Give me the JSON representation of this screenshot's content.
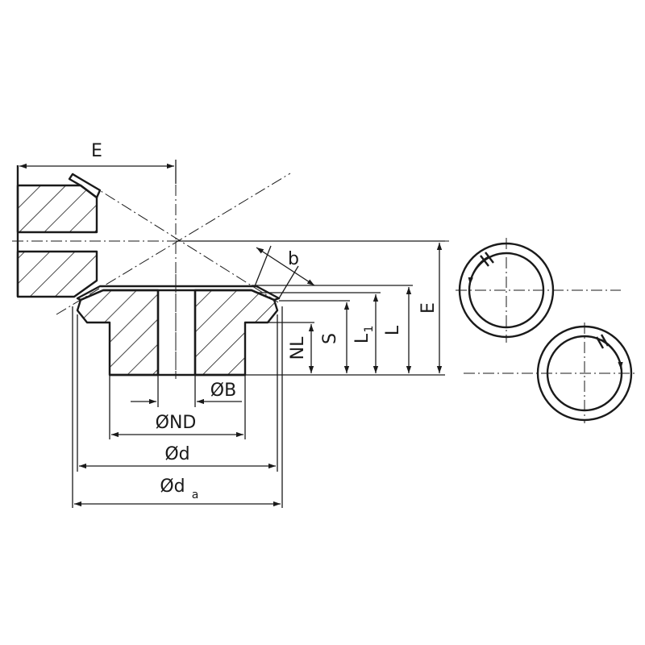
{
  "diagram": {
    "labels": {
      "E_top": "E",
      "E_right": "E",
      "b": "b",
      "NL": "NL",
      "S": "S",
      "L1_main": "L",
      "L1_sub": "1",
      "L": "L",
      "B": "ØB",
      "ND": "ØND",
      "d": "Ød",
      "da_main": "Ød",
      "da_sub": "a"
    }
  }
}
